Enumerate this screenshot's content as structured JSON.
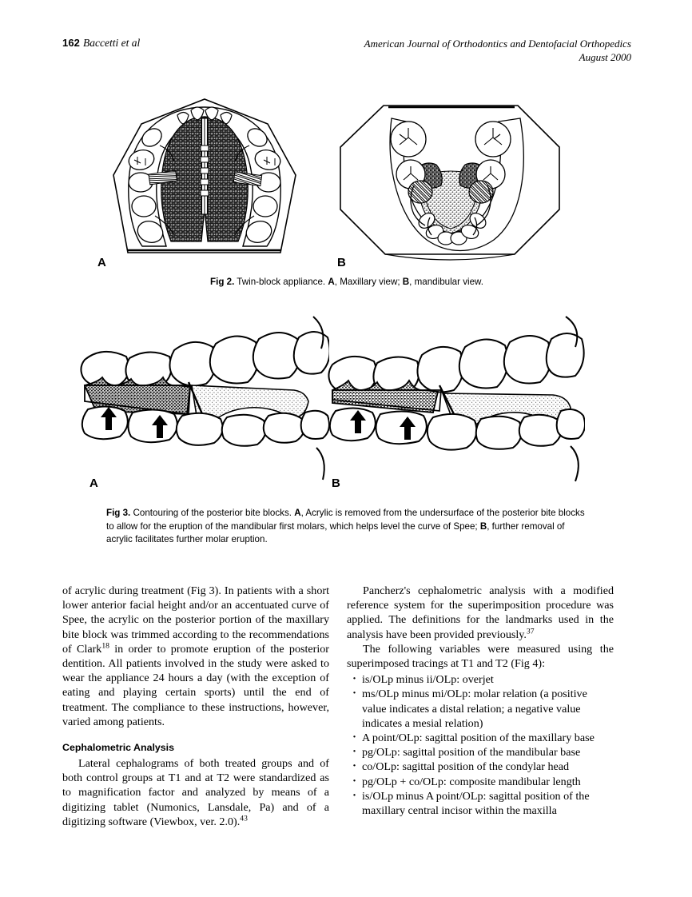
{
  "header": {
    "page_number": "162",
    "authors": "Baccetti et al",
    "journal": "American Journal of Orthodontics and Dentofacial Orthopedics",
    "issue_date": "August 2000"
  },
  "figures": [
    {
      "id": "fig2",
      "label": "Fig 2.",
      "caption_text": " Twin-block appliance. ",
      "caption_parts": {
        "a_letter": "A",
        "a_text": ", Maxillary view; ",
        "b_letter": "B",
        "b_text": ", mandibular view."
      },
      "panels": [
        {
          "letter": "A",
          "name": "maxillary-view"
        },
        {
          "letter": "B",
          "name": "mandibular-view"
        }
      ]
    },
    {
      "id": "fig3",
      "label": "Fig 3.",
      "caption_text": " Contouring of the posterior bite blocks. ",
      "caption_parts": {
        "a_letter": "A",
        "a_text": ", Acrylic is removed from the undersurface of the posterior bite blocks to allow for the eruption of the mandibular first molars, which helps level the curve of Spee; ",
        "b_letter": "B",
        "b_text": ", further removal of acrylic facilitates further molar eruption."
      },
      "panels": [
        {
          "letter": "A",
          "name": "bite-block-initial-contour"
        },
        {
          "letter": "B",
          "name": "bite-block-further-contour"
        }
      ]
    }
  ],
  "body": {
    "left_column": {
      "paragraph_1": "of acrylic during treatment (Fig 3). In patients with a short lower anterior facial height and/or an accentuated curve of Spee, the acrylic on the posterior portion of the maxillary bite block was trimmed according to the recommendations of Clark",
      "paragraph_1_ref": "18",
      "paragraph_1_cont": " in order to promote eruption of the posterior dentition. All patients involved in the study were asked to wear the appliance 24 hours a day (with the exception of eating and playing certain sports) until the end of treatment. The compliance to these instructions, however, varied among patients.",
      "subheading": "Cephalometric Analysis",
      "paragraph_2": "Lateral cephalograms of both treated groups and of both control groups at T1 and at T2 were standardized as to magnification factor and analyzed by means of a digitizing tablet (Numonics, Lansdale, Pa) and of a digitizing software (Viewbox, ver. 2.0).",
      "paragraph_2_ref": "43"
    },
    "right_column": {
      "paragraph_1": "Pancherz's cephalometric analysis with a modified reference system for the superimposition procedure was applied. The definitions for the landmarks used in the analysis have been provided previously.",
      "paragraph_1_ref": "37",
      "paragraph_2": "The following variables were measured using the superimposed tracings at T1 and T2 (Fig 4):",
      "bullets": [
        "is/OLp minus ii/OLp: overjet",
        "ms/OLp minus mi/OLp: molar relation (a positive value indicates a distal relation; a negative value indicates a mesial relation)",
        "A point/OLp: sagittal position of the maxillary base",
        "pg/OLp: sagittal position of the mandibular base",
        "co/OLp: sagittal position of the condylar head",
        "pg/OLp + co/OLp: composite mandibular length",
        "is/OLp minus A point/OLp: sagittal position of the maxillary central incisor within the maxilla"
      ]
    }
  },
  "colors": {
    "ink": "#000000",
    "page": "#ffffff",
    "acrylic_dark": "#4a4a4a",
    "acrylic_light": "#b8b8b8"
  }
}
